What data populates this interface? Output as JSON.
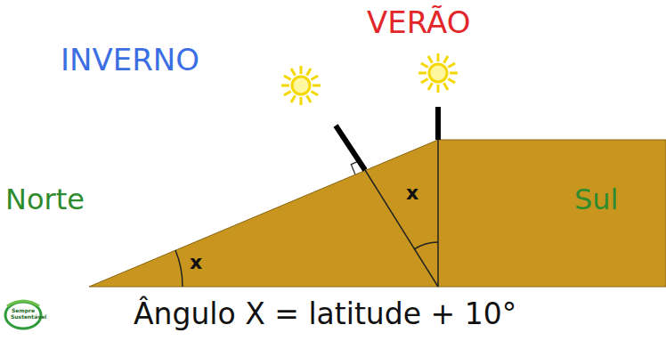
{
  "diagram": {
    "labels": [
      "INVERNO",
      "VERÃO",
      "Norte",
      "Sul",
      "x",
      "x",
      "Ângulo X = latitude + 10°",
      "Sempre Sustentável"
    ]
  }
}
